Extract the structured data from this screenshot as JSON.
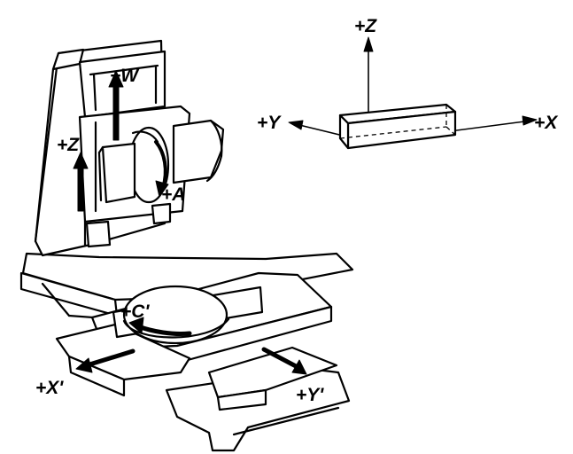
{
  "labels": {
    "w": "+W",
    "z_machine": "+Z",
    "a": "+A",
    "c_prime": "+C'",
    "x_prime": "+X'",
    "y_prime": "+Y'",
    "z_axes": "+Z",
    "y_axes": "+Y",
    "x_axes": "+X"
  },
  "colors": {
    "line": "#000000",
    "background": "#ffffff"
  }
}
